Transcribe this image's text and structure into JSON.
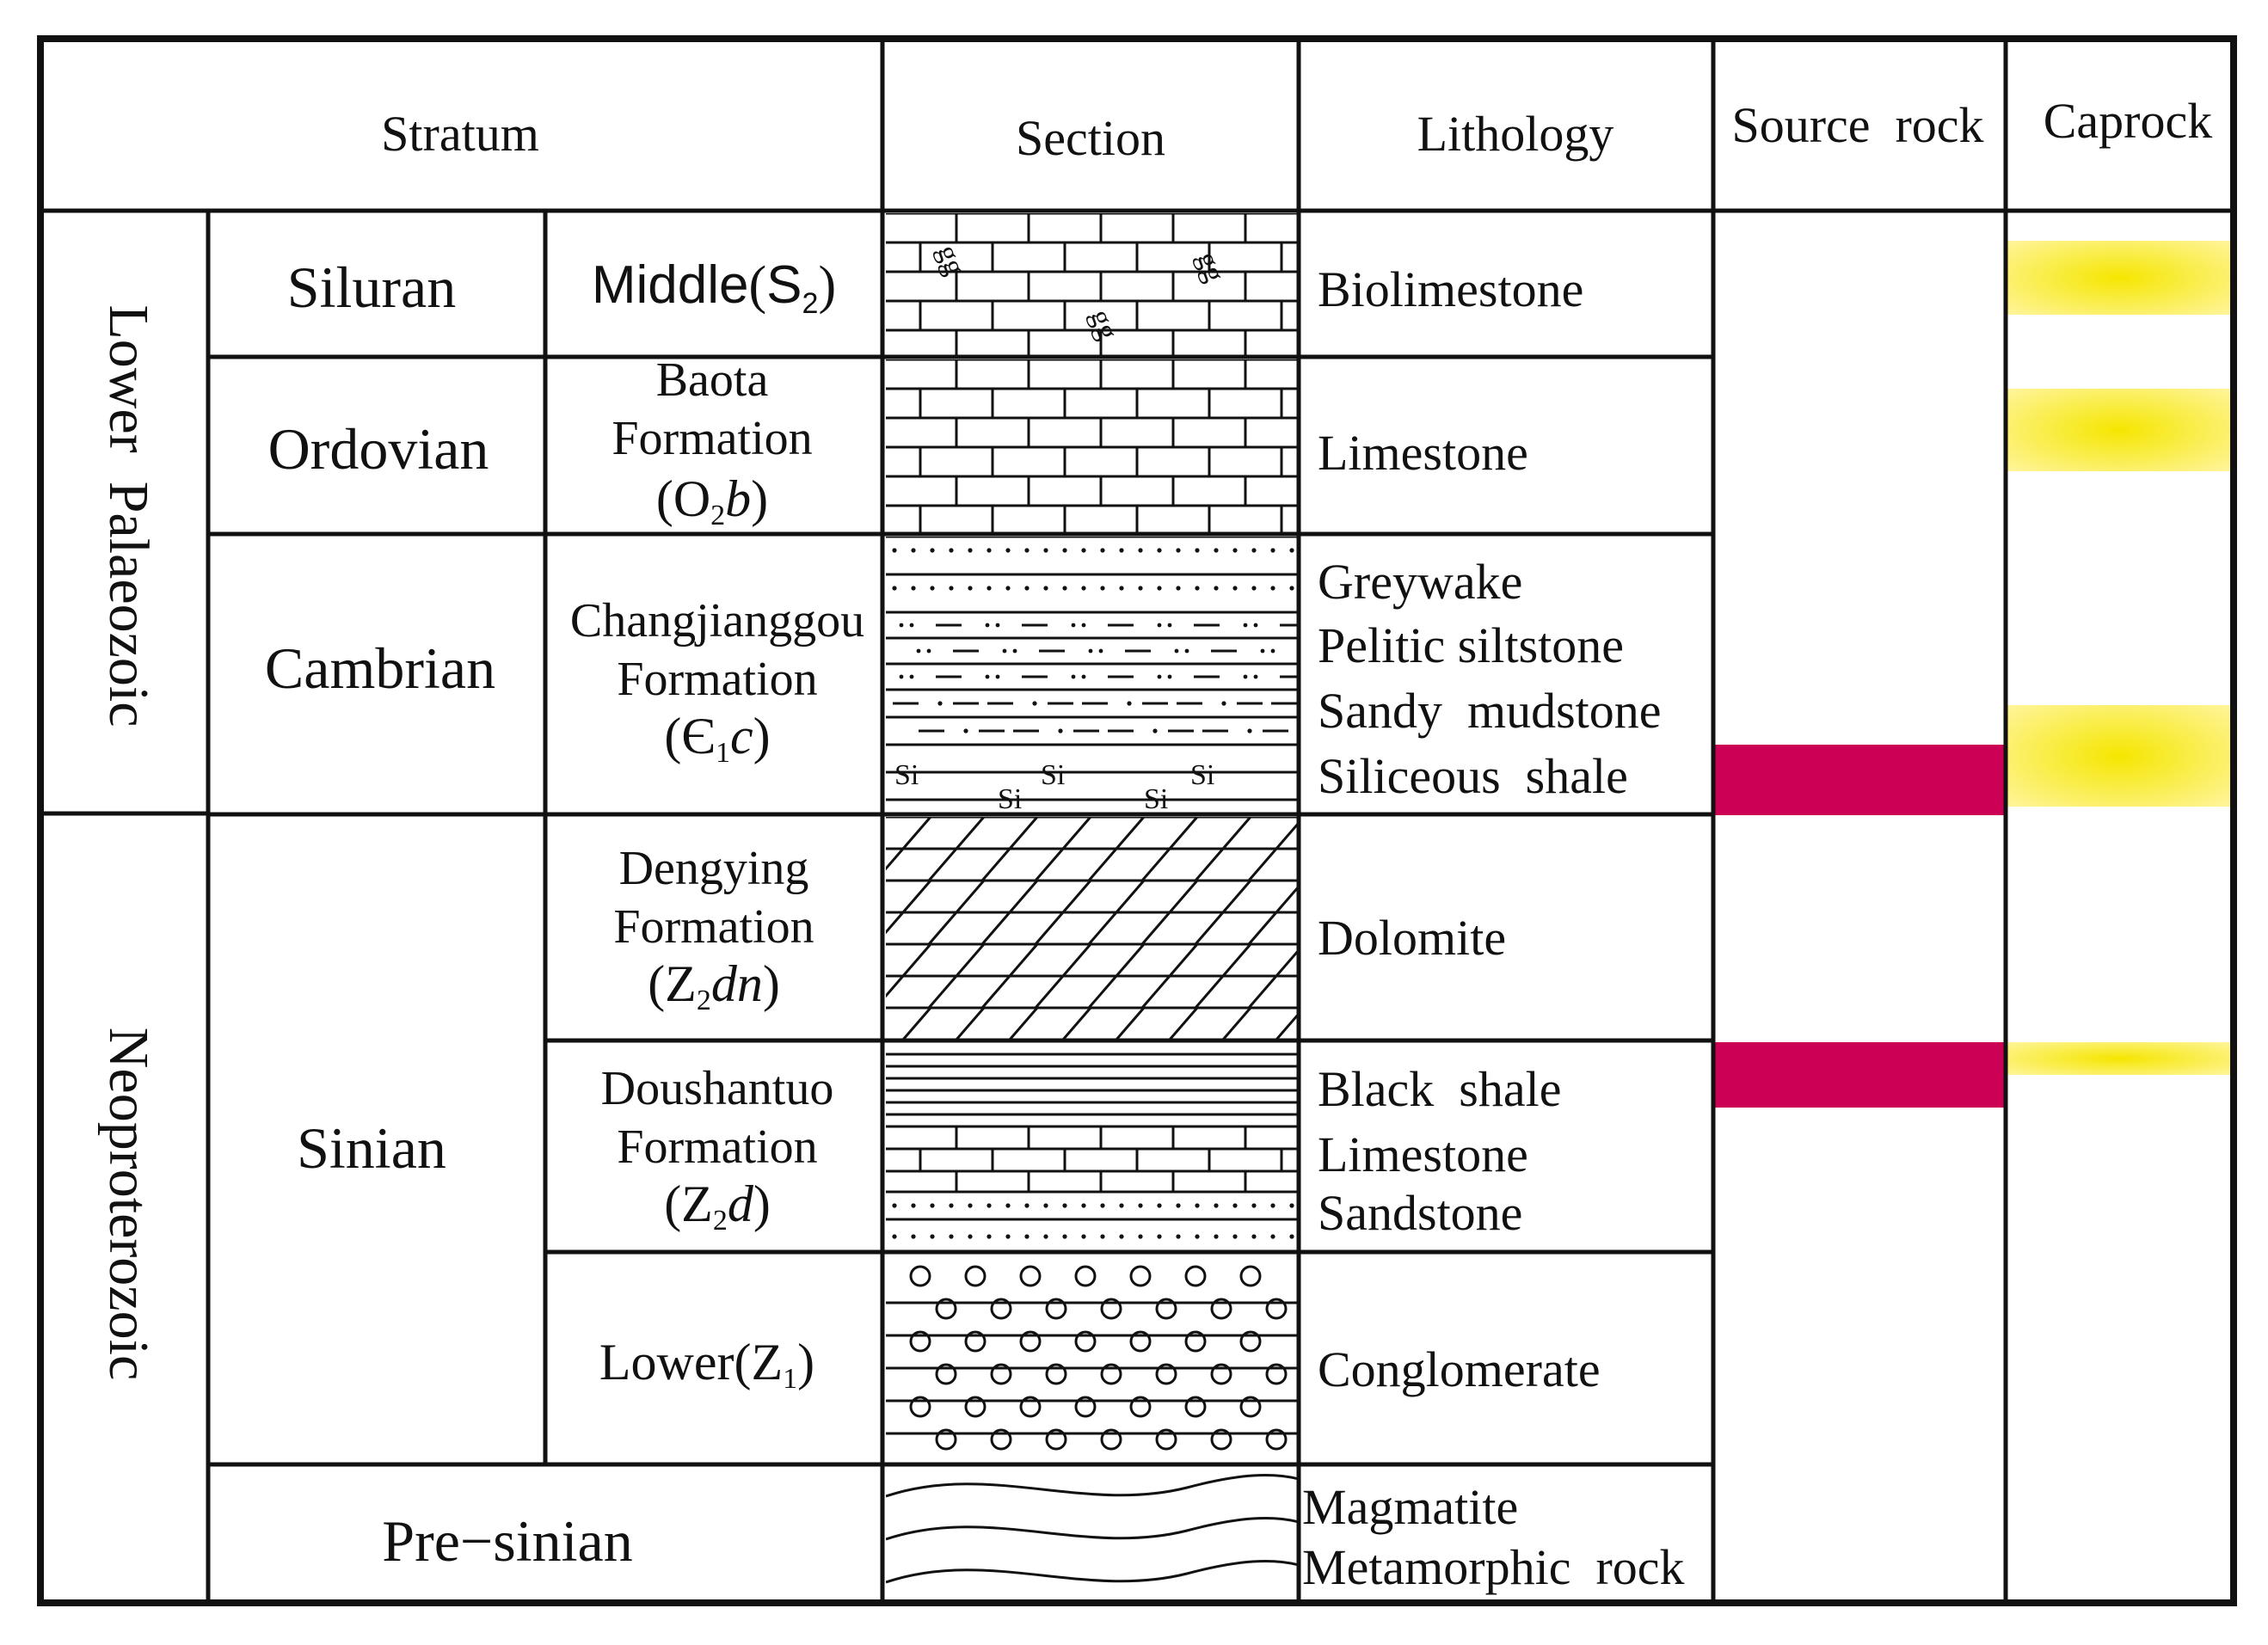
{
  "headers": {
    "stratum": "Stratum",
    "section": "Section",
    "lithology": "Lithology",
    "source_rock": "Source  rock",
    "caprock": "Caprock"
  },
  "eras": {
    "lower_palaeozoic": "Lower  Palaeozoic",
    "neoproterozoic": "Neoproterozoic"
  },
  "systems": {
    "siluran": "Siluran",
    "ordovian": "Ordovian",
    "cambrian": "Cambrian",
    "sinian": "Sinian",
    "pre_sinian": "Pre−sinian"
  },
  "formations": {
    "middle": {
      "text": "Middle",
      "symbol": "S",
      "sub": "2",
      "close": ")"
    },
    "baota": {
      "line1": "Baota",
      "line2": "Formation",
      "symbol": "O",
      "sub": "2",
      "italic": "b"
    },
    "changjianggou": {
      "line1": "Changjianggou",
      "line2": "Formation",
      "symbol": "Є",
      "sub": "1",
      "italic": "c"
    },
    "dengying": {
      "line1": "Dengying",
      "line2": "Formation",
      "symbol": "Z",
      "sub": "2",
      "italic": "dn"
    },
    "doushantuo": {
      "line1": "Doushantuo",
      "line2": "Formation",
      "symbol": "Z",
      "sub": "2",
      "italic": "d"
    },
    "lower": {
      "text": "Lower",
      "symbol": "Z",
      "sub": "1",
      "close": ")"
    }
  },
  "lithology": {
    "s2": [
      "Biolimestone"
    ],
    "o2b": [
      "Limestone"
    ],
    "e1c": [
      "Greywake",
      "Pelitic siltstone",
      "Sandy  mudstone",
      "Siliceous  shale"
    ],
    "z2dn": [
      "Dolomite"
    ],
    "z2d": [
      "Black  shale",
      "Limestone",
      "Sandstone"
    ],
    "z1": [
      "Conglomerate"
    ],
    "pre": [
      "Magmatite",
      "Metamorphic  rock"
    ]
  },
  "section_marks": {
    "bio_symbol": "g",
    "si_symbol": "Si"
  },
  "highlight_colors": {
    "source_rock": "#cc0055",
    "caprock": "#f5e600",
    "caprock_edge": "#fff3a0"
  },
  "source_rock_intervals": [
    "Siliceous shale",
    "Black shale"
  ],
  "caprock_intervals": [
    "Biolimestone",
    "Limestone",
    "Siliceous shale",
    "Black shale"
  ]
}
